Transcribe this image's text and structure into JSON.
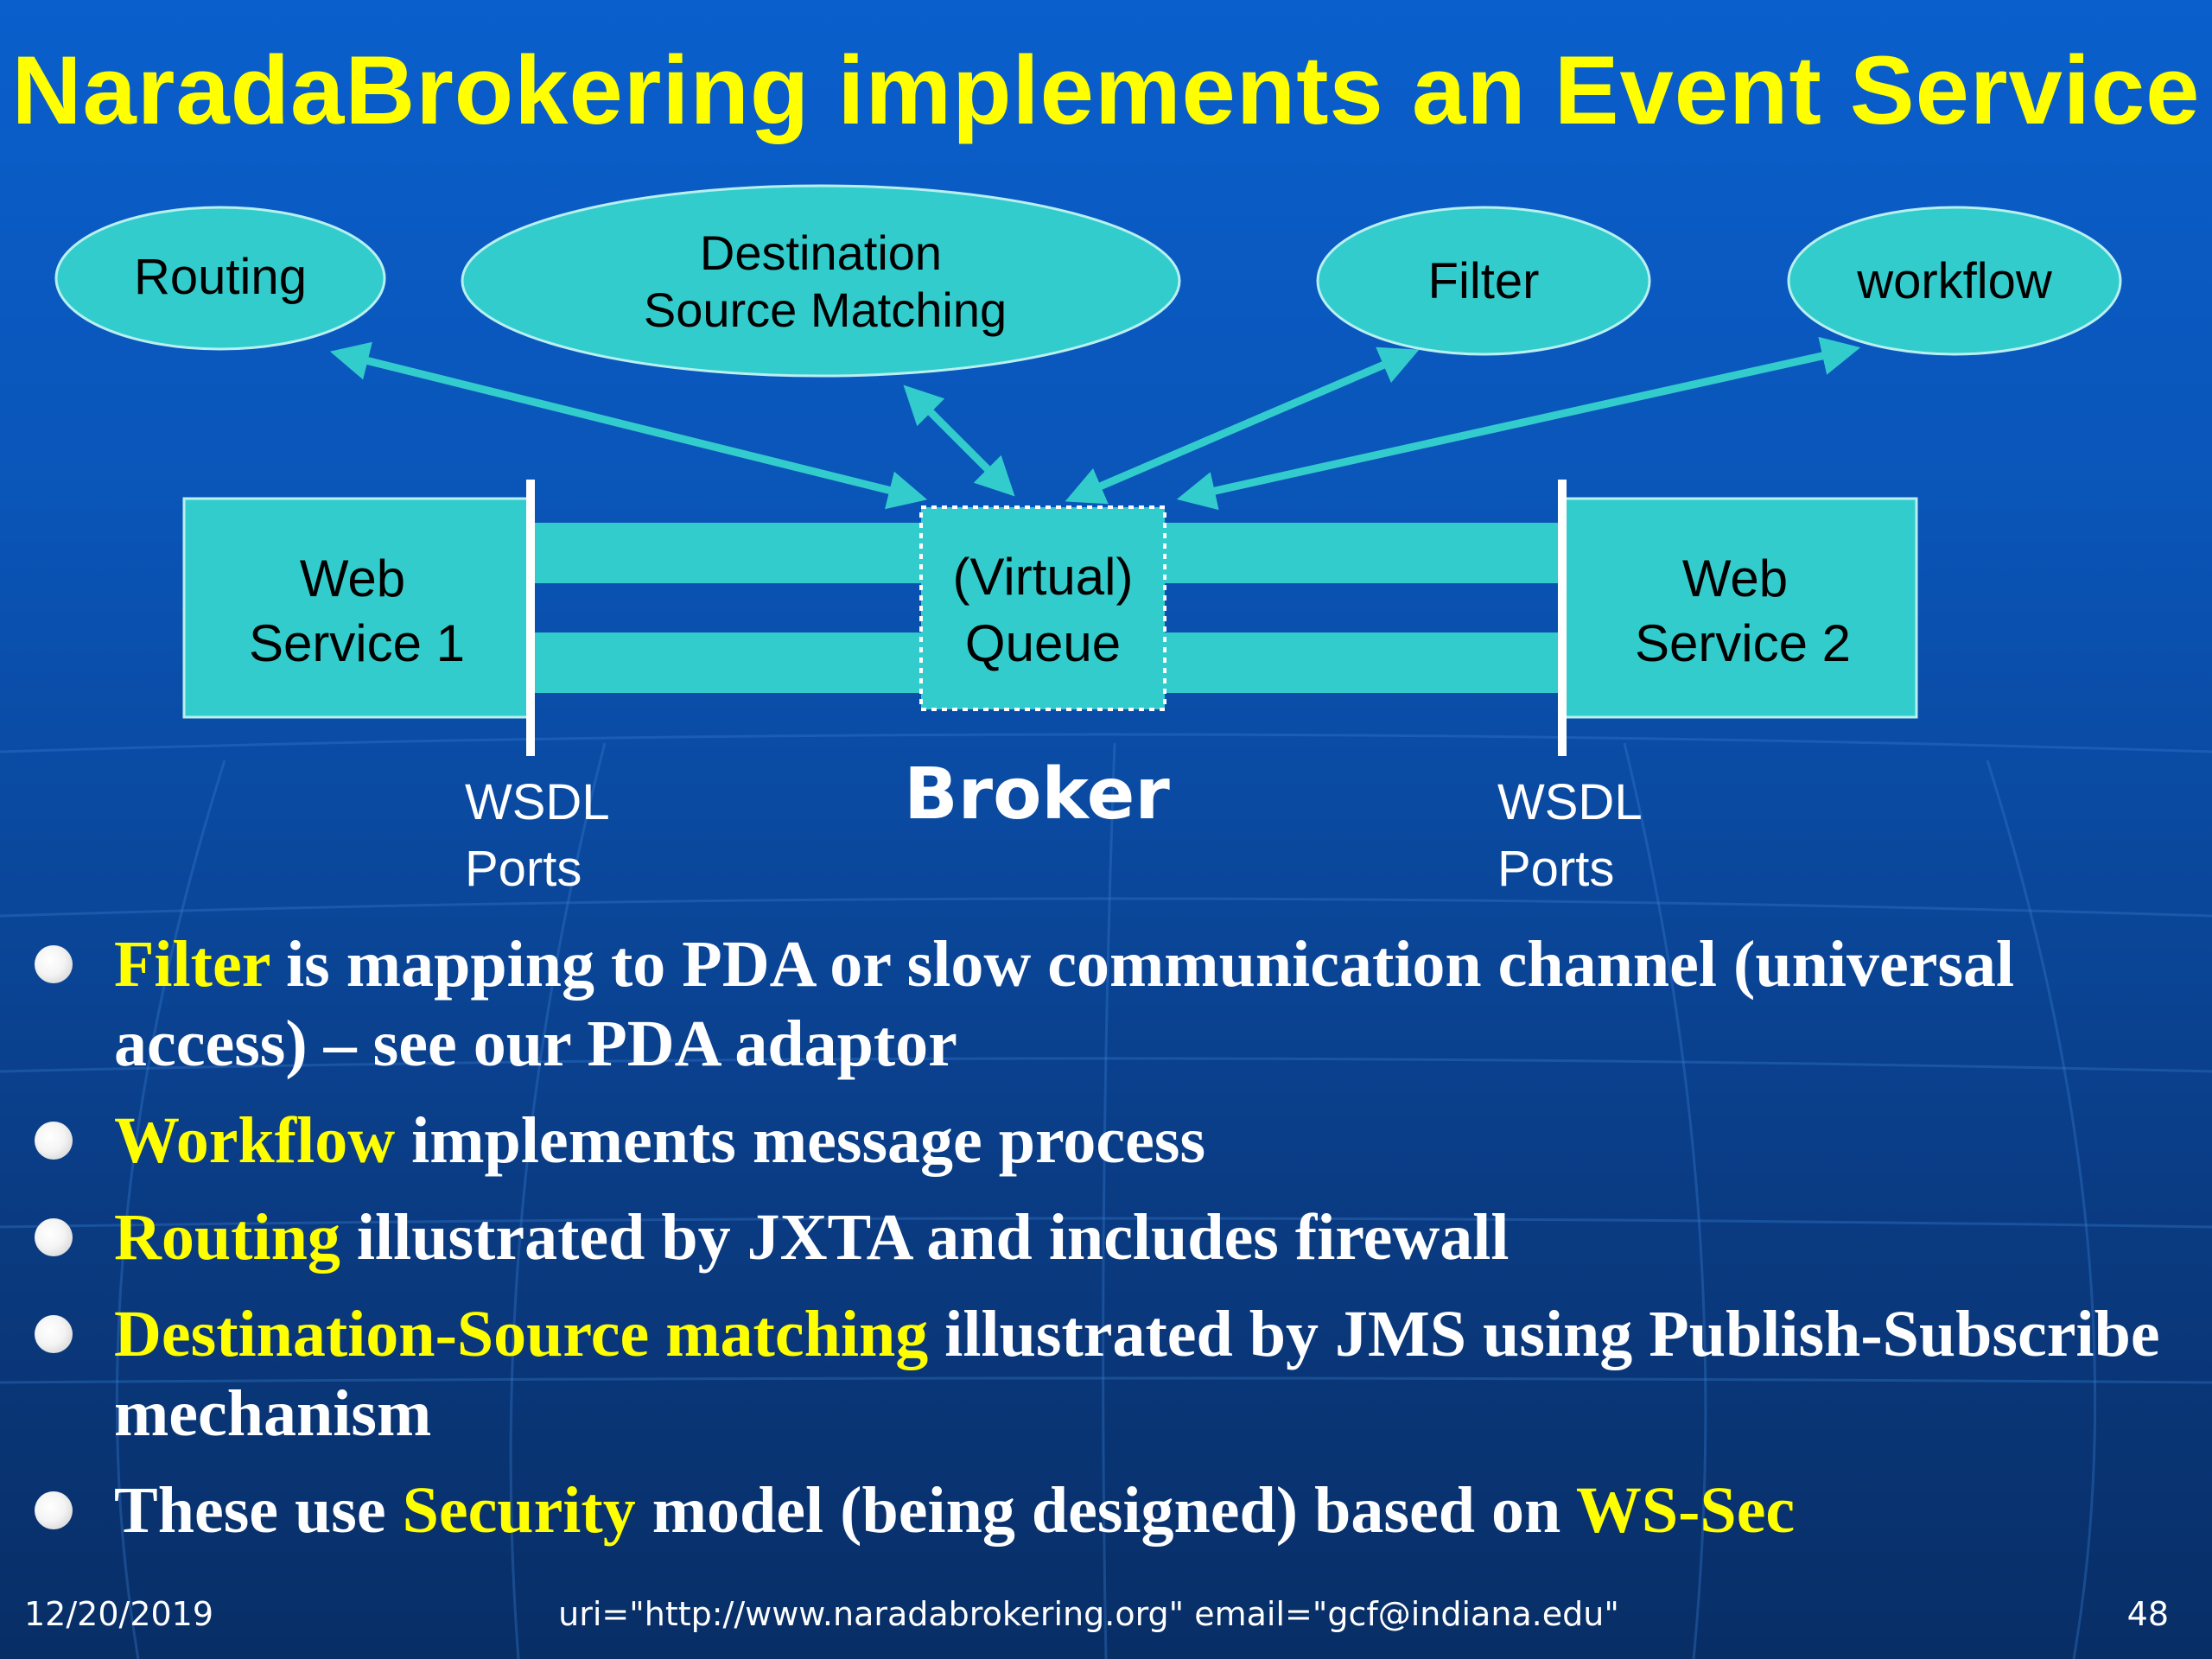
{
  "title": "NaradaBrokering implements an Event Service",
  "diagram": {
    "ellipses": {
      "routing": "Routing",
      "destination_line1": "Destination",
      "destination_line2": "Source Matching",
      "filter": "Filter",
      "workflow": "workflow"
    },
    "web_service_1": {
      "line1": "Web",
      "line2": "Service 1"
    },
    "web_service_2": {
      "line1": "Web",
      "line2": "Service 2"
    },
    "queue": {
      "line1": "(Virtual)",
      "line2": "Queue"
    },
    "broker_label": "Broker",
    "wsdl_left": {
      "line1": "WSDL",
      "line2": "Ports"
    },
    "wsdl_right": {
      "line1": "WSDL",
      "line2": "Ports"
    }
  },
  "bullets": [
    {
      "highlight": "Filter",
      "text": " is mapping to PDA or slow communication channel (universal access) – see our PDA adaptor"
    },
    {
      "highlight": "Workflow",
      "text": " implements message process"
    },
    {
      "highlight": "Routing",
      "text": " illustrated by JXTA and includes firewall"
    },
    {
      "highlight": "Destination-Source matching",
      "text": " illustrated by JMS using Publish-Subscribe mechanism"
    },
    {
      "prefix": "These use ",
      "highlight": "Security",
      "middle": " model (being designed) based on ",
      "highlight2": "WS-Sec"
    }
  ],
  "footer": {
    "date": "12/20/2019",
    "uri": "uri=\"http://www.naradabrokering.org\" email=\"gcf@indiana.edu\"",
    "page": "48"
  },
  "colors": {
    "accent_yellow": "#ffff00",
    "node_fill": "#33cccc",
    "background_top": "#0a5fcc",
    "background_bottom": "#082e66"
  }
}
